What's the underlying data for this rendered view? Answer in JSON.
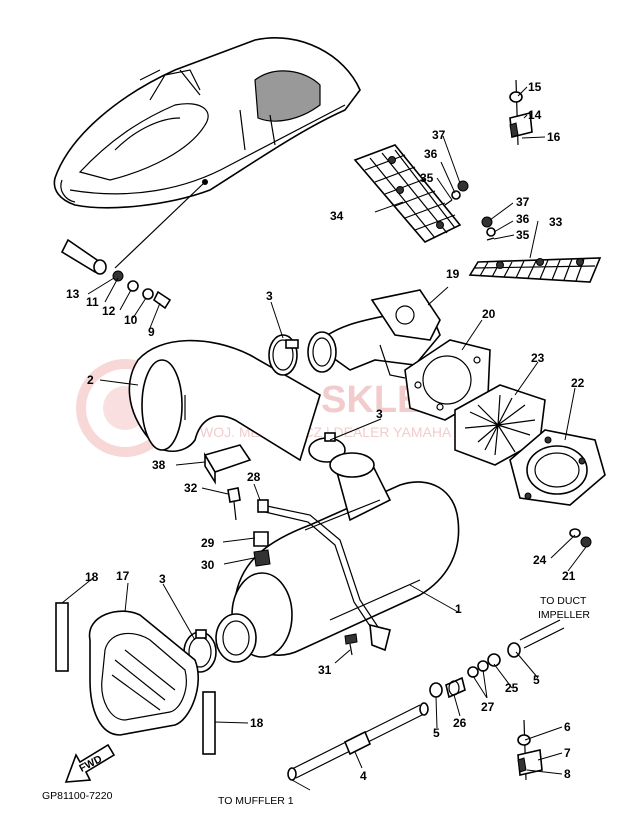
{
  "diagram": {
    "drawing_code": "GP81100-7220",
    "watermark": {
      "brand": "YAMA-SKLEP.PL",
      "tagline": "WOJ. MECHANICZ | DEALER YAMAHA"
    },
    "captions": {
      "to_duct_line1": "TO DUCT",
      "to_duct_line2": "IMPELLER",
      "to_muffler": "TO MUFFLER 1",
      "fwd": "FWD"
    },
    "callouts": {
      "c1": "1",
      "c2": "2",
      "c3a": "3",
      "c3b": "3",
      "c3c": "3",
      "c4": "4",
      "c5a": "5",
      "c5b": "5",
      "c6": "6",
      "c7": "7",
      "c8": "8",
      "c9": "9",
      "c10": "10",
      "c11": "11",
      "c12": "12",
      "c13": "13",
      "c14": "14",
      "c15": "15",
      "c16": "16",
      "c17": "17",
      "c18a": "18",
      "c18b": "18",
      "c19": "19",
      "c20": "20",
      "c21": "21",
      "c22": "22",
      "c23": "23",
      "c24": "24",
      "c25": "25",
      "c26": "26",
      "c27": "27",
      "c28": "28",
      "c29": "29",
      "c30": "30",
      "c31": "31",
      "c32": "32",
      "c33": "33",
      "c34": "34",
      "c35a": "35",
      "c35b": "35",
      "c36a": "36",
      "c36b": "36",
      "c37a": "37",
      "c37b": "37",
      "c38": "38"
    }
  }
}
